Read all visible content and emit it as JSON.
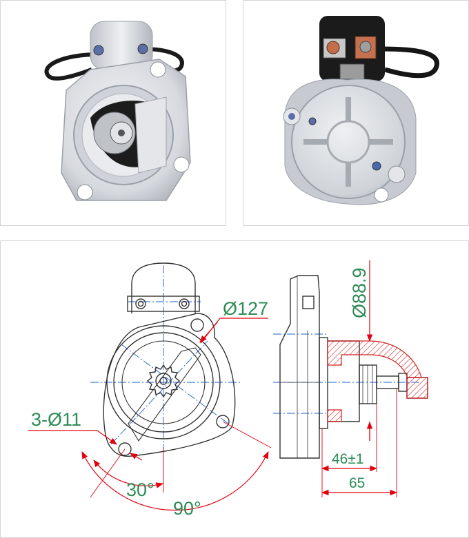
{
  "photos": {
    "front": {
      "name": "starter-motor-front-view"
    },
    "rear": {
      "name": "starter-motor-rear-view"
    }
  },
  "drawing": {
    "dim_bolt_holes": "3-Ø11",
    "dim_flange_diameter": "Ø127",
    "dim_pilot_diameter": "Ø88.9",
    "dim_angle_small": "30°",
    "dim_angle_large": "90°",
    "dim_pinion_offset": "46±1",
    "dim_overall_length": "65",
    "colors": {
      "outline": "#333333",
      "centerline": "#1a5fd0",
      "dimension": "#e3000f",
      "dimension_text": "#2e8b57",
      "section_hatch": "#d42020"
    }
  }
}
